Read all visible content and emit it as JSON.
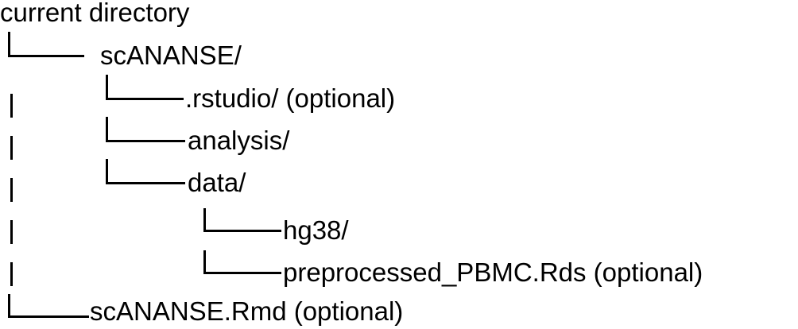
{
  "root": {
    "label": "current directory"
  },
  "nodes": [
    {
      "id": "scananse-dir",
      "label": "scANANSE/"
    },
    {
      "id": "rstudio-dir",
      "label": ".rstudio/ (optional)"
    },
    {
      "id": "analysis-dir",
      "label": "analysis/"
    },
    {
      "id": "data-dir",
      "label": "data/"
    },
    {
      "id": "hg38-dir",
      "label": "hg38/"
    },
    {
      "id": "pbmc-file",
      "label": "preprocessed_PBMC.Rds (optional)"
    },
    {
      "id": "rmd-file",
      "label": "scANANSE.Rmd (optional)"
    }
  ],
  "colors": {
    "text": "#000000",
    "lines": "#000000",
    "background": "#ffffff"
  }
}
